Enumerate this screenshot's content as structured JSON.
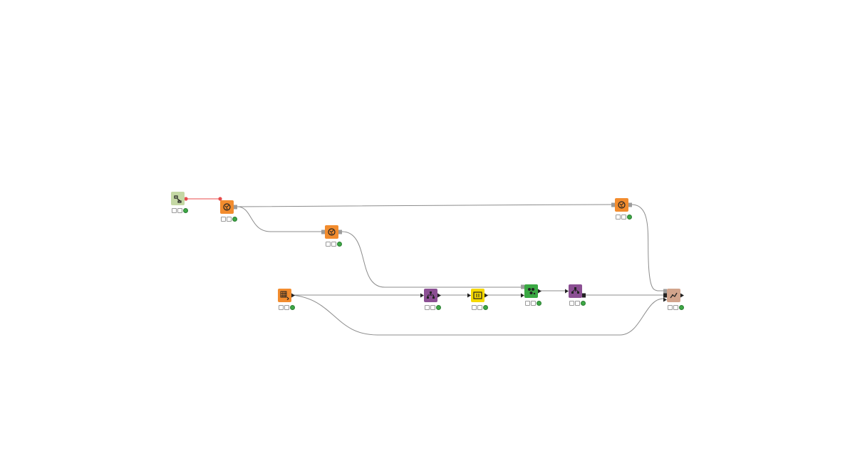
{
  "workflow": {
    "colors": {
      "connection": "#8c8c8c",
      "flow_variable": "#e84b4b",
      "status_on": "#3da845"
    },
    "nodes": [
      {
        "id": "n1",
        "name": "flow-source-node",
        "category": "other",
        "color": "#c4d8a4",
        "icon": "variable-creator-icon",
        "status": "executed"
      },
      {
        "id": "n2",
        "name": "source-node-a",
        "category": "source",
        "color": "#f28c2e",
        "icon": "database-icon",
        "status": "executed"
      },
      {
        "id": "n3",
        "name": "source-node-b",
        "category": "source",
        "color": "#f28c2e",
        "icon": "database-icon",
        "status": "executed"
      },
      {
        "id": "n4",
        "name": "source-node-c",
        "category": "source",
        "color": "#f28c2e",
        "icon": "database-icon",
        "status": "executed"
      },
      {
        "id": "n5",
        "name": "table-creator-node",
        "category": "source",
        "color": "#f28c2e",
        "icon": "table-grid-icon",
        "status": "executed"
      },
      {
        "id": "n6",
        "name": "manipulator-node",
        "category": "manipulator",
        "color": "#8b4f93",
        "icon": "hierarchy-icon",
        "status": "executed"
      },
      {
        "id": "n7",
        "name": "utility-node",
        "category": "other",
        "color": "#f5d800",
        "icon": "frame-icon",
        "status": "executed"
      },
      {
        "id": "n8",
        "name": "learner-node",
        "category": "learner",
        "color": "#3aa843",
        "icon": "cluster-icon",
        "status": "executed"
      },
      {
        "id": "n9",
        "name": "predictor-node",
        "category": "manipulator",
        "color": "#8b4f93",
        "icon": "tree-icon",
        "status": "executed"
      },
      {
        "id": "n10",
        "name": "visualizer-node",
        "category": "visualizer",
        "color": "#d2a48c",
        "icon": "chart-icon",
        "status": "executed"
      }
    ],
    "connections": [
      {
        "from": "n1",
        "to": "n2",
        "type": "flow-variable"
      },
      {
        "from": "n2",
        "to": "n4",
        "type": "data"
      },
      {
        "from": "n2",
        "to": "n3",
        "type": "data"
      },
      {
        "from": "n3",
        "to": "n8",
        "type": "data"
      },
      {
        "from": "n4",
        "to": "n10",
        "type": "data"
      },
      {
        "from": "n5",
        "to": "n6",
        "type": "data"
      },
      {
        "from": "n5",
        "to": "n10",
        "type": "data"
      },
      {
        "from": "n6",
        "to": "n7",
        "type": "data"
      },
      {
        "from": "n7",
        "to": "n8",
        "type": "data"
      },
      {
        "from": "n8",
        "to": "n9",
        "type": "data"
      },
      {
        "from": "n9",
        "to": "n10",
        "type": "data"
      }
    ]
  }
}
